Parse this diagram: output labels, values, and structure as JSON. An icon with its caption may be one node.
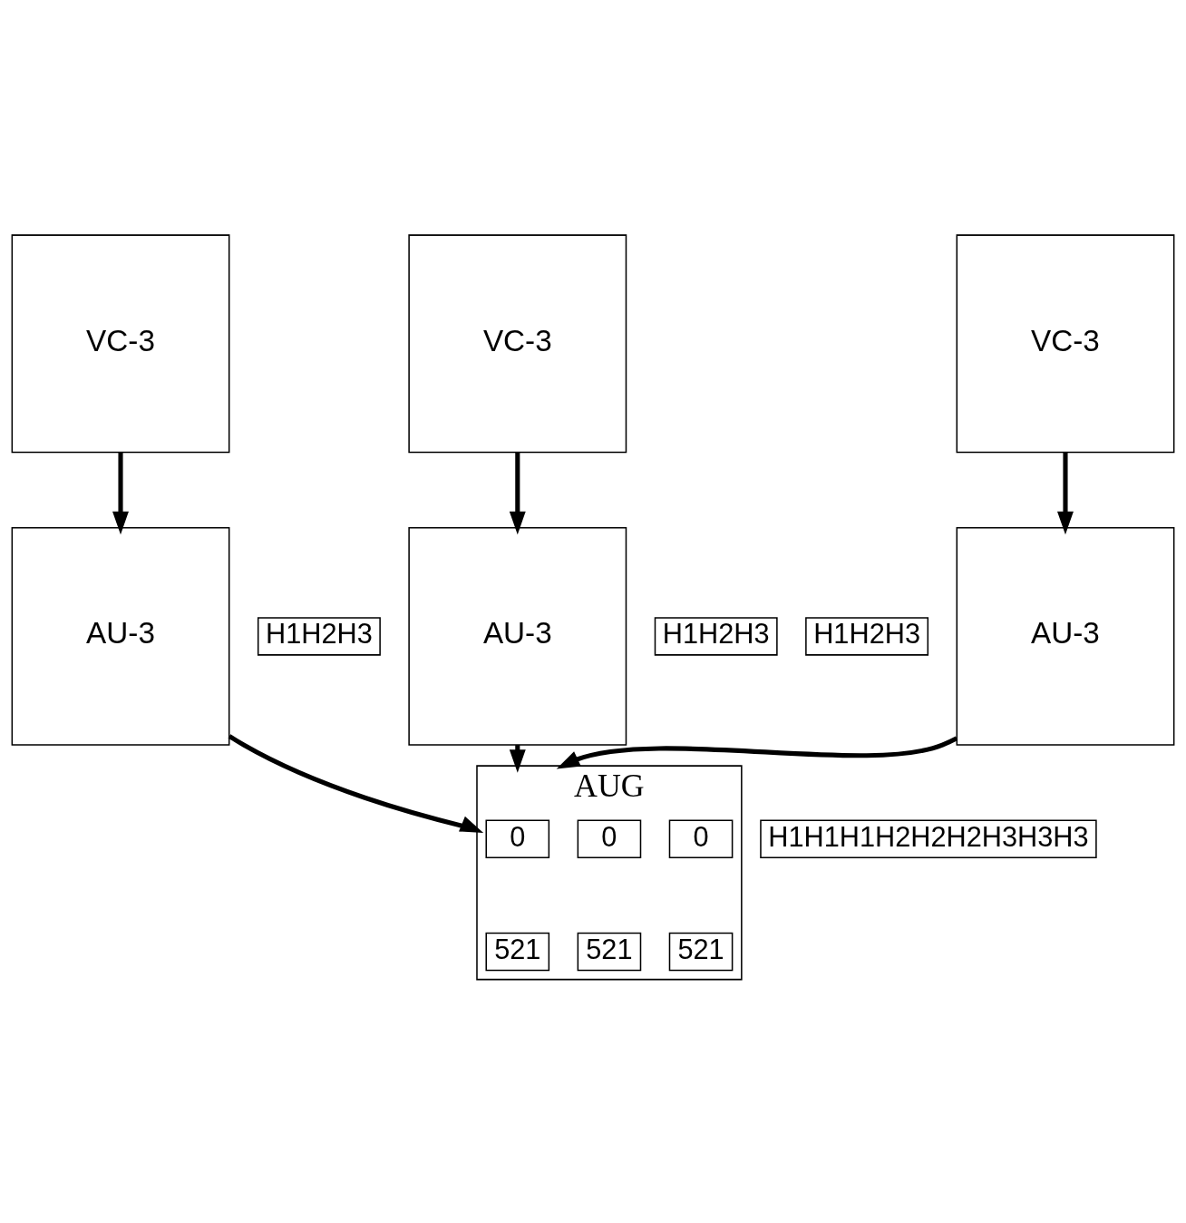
{
  "diagram": {
    "nodes": [
      {
        "text": [
          "VC-3"
        ]
      },
      {
        "text": [
          "VC-3"
        ]
      },
      {
        "text": [
          "VC-3"
        ]
      },
      {
        "text": [
          "H1H2H3"
        ]
      },
      {
        "text": [
          "AU-3"
        ]
      },
      {
        "text": [
          "H1H2H3"
        ]
      },
      {
        "text": [
          "AU-3"
        ]
      },
      {
        "text": [
          "H1H2H3"
        ]
      },
      {
        "text": [
          "AU-3"
        ]
      },
      {
        "text": [
          "AUG"
        ]
      },
      {
        "text": [
          "H1H1H1H2H2H2H3H3H3"
        ]
      },
      {
        "text": [
          "0"
        ],
        "in": 9
      },
      {
        "text": [
          "0"
        ],
        "in": 9
      },
      {
        "text": [
          "0"
        ],
        "in": 9
      },
      {
        "text": [
          "521"
        ],
        "in": 9
      },
      {
        "text": [
          "521"
        ],
        "in": 9
      },
      {
        "text": [
          "521"
        ],
        "in": 9
      }
    ],
    "edges": [
      {
        "from": 0,
        "to": 6,
        "arrow": "to"
      },
      {
        "from": 1,
        "to": 4,
        "arrow": "to"
      },
      {
        "from": 2,
        "to": 8,
        "arrow": "to"
      },
      {
        "from": 6,
        "to": 9,
        "arrow": "to"
      },
      {
        "from": 4,
        "to": 9,
        "arrow": "to"
      },
      {
        "from": 8,
        "to": 9,
        "arrow": "to"
      }
    ]
  }
}
